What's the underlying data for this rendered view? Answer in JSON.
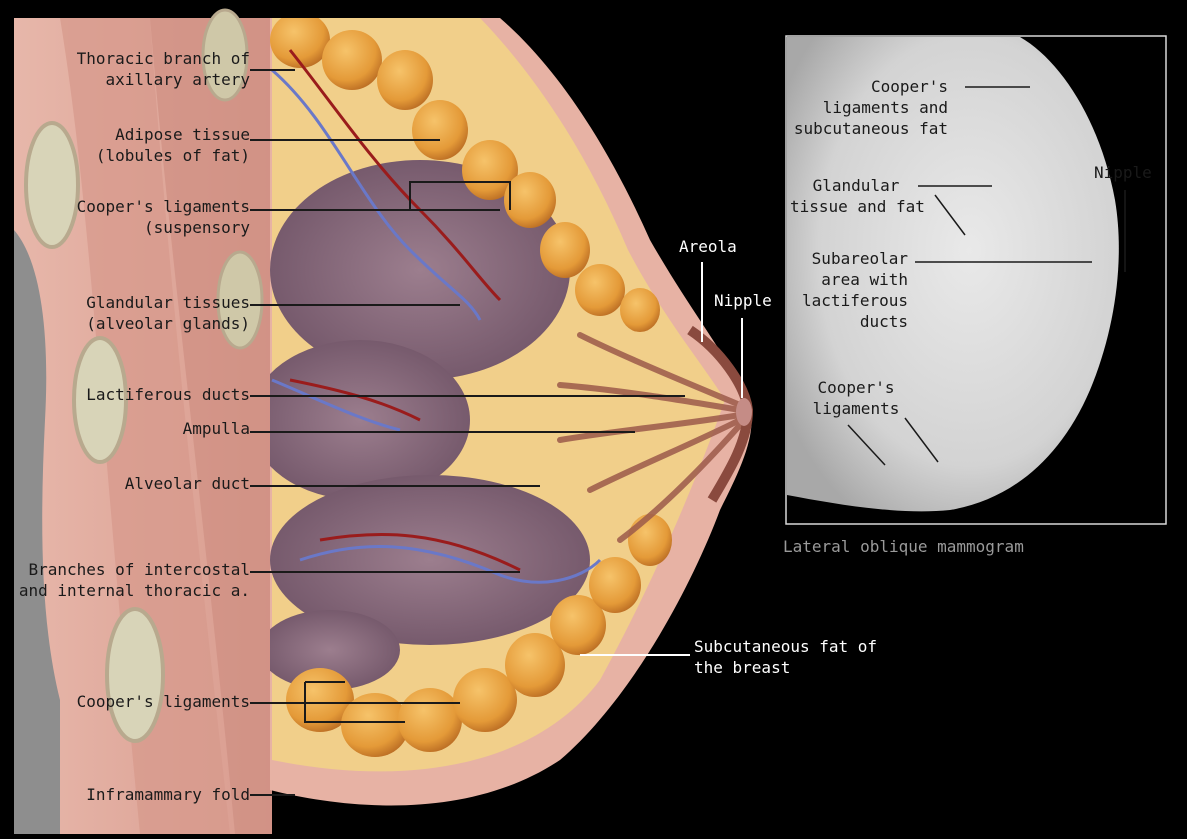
{
  "anatomy_labels": {
    "thoracic_branch": "Thoracic branch of\naxillary artery",
    "adipose_tissue": "Adipose tissue\n(lobules of fat)",
    "coopers_suspensory": "Cooper's ligaments\n(suspensory",
    "glandular_tissues": "Glandular tissues\n(alveolar glands)",
    "lactiferous_ducts": "Lactiferous ducts",
    "ampulla": "Ampulla",
    "alveolar_duct": "Alveolar duct",
    "branches_intercostal": "Branches of intercostal\nand internal thoracic a.",
    "coopers_lower": "Cooper's ligaments",
    "inframammary_fold": "Inframammary fold",
    "areola": "Areola",
    "nipple": "Nipple",
    "subcutaneous_fat": "Subcutaneous fat of\nthe breast"
  },
  "mammogram": {
    "caption": "Lateral oblique mammogram",
    "coopers_fat": "Cooper's\nligaments and\nsubcutaneous fat",
    "glandular_fat": "Glandular\ntissue and fat",
    "subareolar": "Subareolar\narea with\nlactiferous\nducts",
    "coopers": "Cooper's\nligaments",
    "nipple": "Nipple"
  },
  "colors": {
    "background": "#000000",
    "skin": "#e6b2a4",
    "fat_lobule": "#e49a38",
    "glandular": "#8a6a7c",
    "vein": "#6a78c8",
    "artery": "#9a1c1c",
    "mammogram_tissue": "#d6d6d6"
  }
}
